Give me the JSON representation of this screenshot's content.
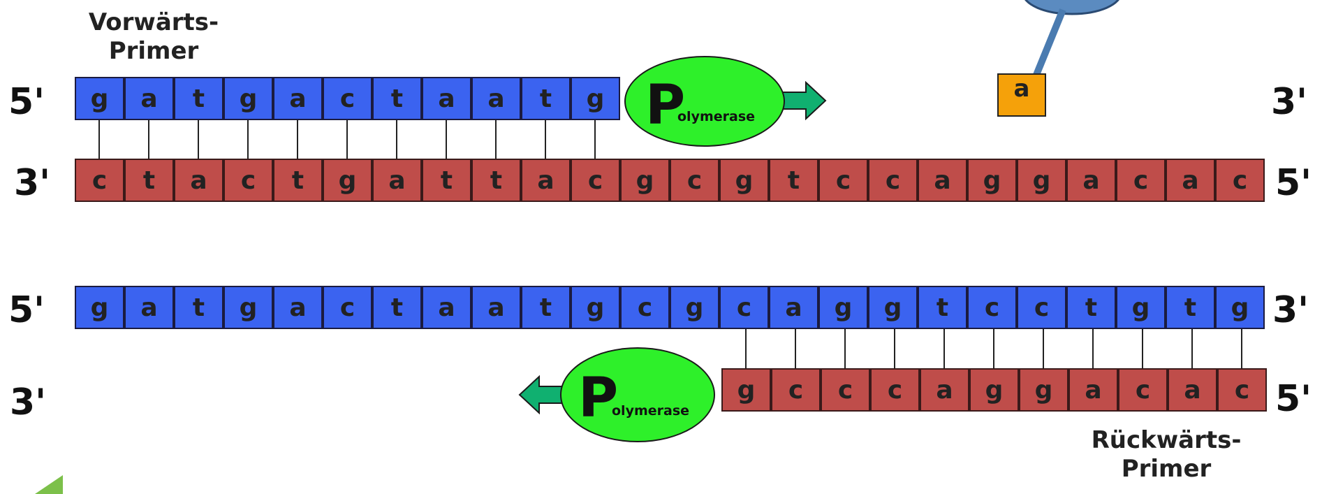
{
  "labels": {
    "forward_primer": "Vorwärts-\nPrimer",
    "reverse_primer": "Rückwärts-\nPrimer",
    "end5": "5'",
    "end3": "3'"
  },
  "polymerase": {
    "big": "P",
    "rest": "olymerase"
  },
  "free_nucleotide": "a",
  "strands": {
    "top_primer": [
      "g",
      "a",
      "t",
      "g",
      "a",
      "c",
      "t",
      "a",
      "a",
      "t",
      "g"
    ],
    "top_template": [
      "c",
      "t",
      "a",
      "c",
      "t",
      "g",
      "a",
      "t",
      "t",
      "a",
      "c",
      "g",
      "c",
      "g",
      "t",
      "c",
      "c",
      "a",
      "g",
      "g",
      "a",
      "c",
      "a",
      "c"
    ],
    "bottom_template": [
      "g",
      "a",
      "t",
      "g",
      "a",
      "c",
      "t",
      "a",
      "a",
      "t",
      "g",
      "c",
      "g",
      "c",
      "a",
      "g",
      "g",
      "t",
      "c",
      "c",
      "t",
      "g",
      "t",
      "g"
    ],
    "bottom_primer": [
      "g",
      "c",
      "c",
      "c",
      "a",
      "g",
      "g",
      "a",
      "c",
      "a",
      "c"
    ]
  },
  "colors": {
    "primer_blue": "#3b63f0",
    "template_red": "#bf4d4a",
    "polymerase_green": "#2ef02a",
    "arrow_green": "#10b070",
    "nucleotide_orange": "#f5a10a",
    "tool_blue": "#4a7bb0"
  }
}
